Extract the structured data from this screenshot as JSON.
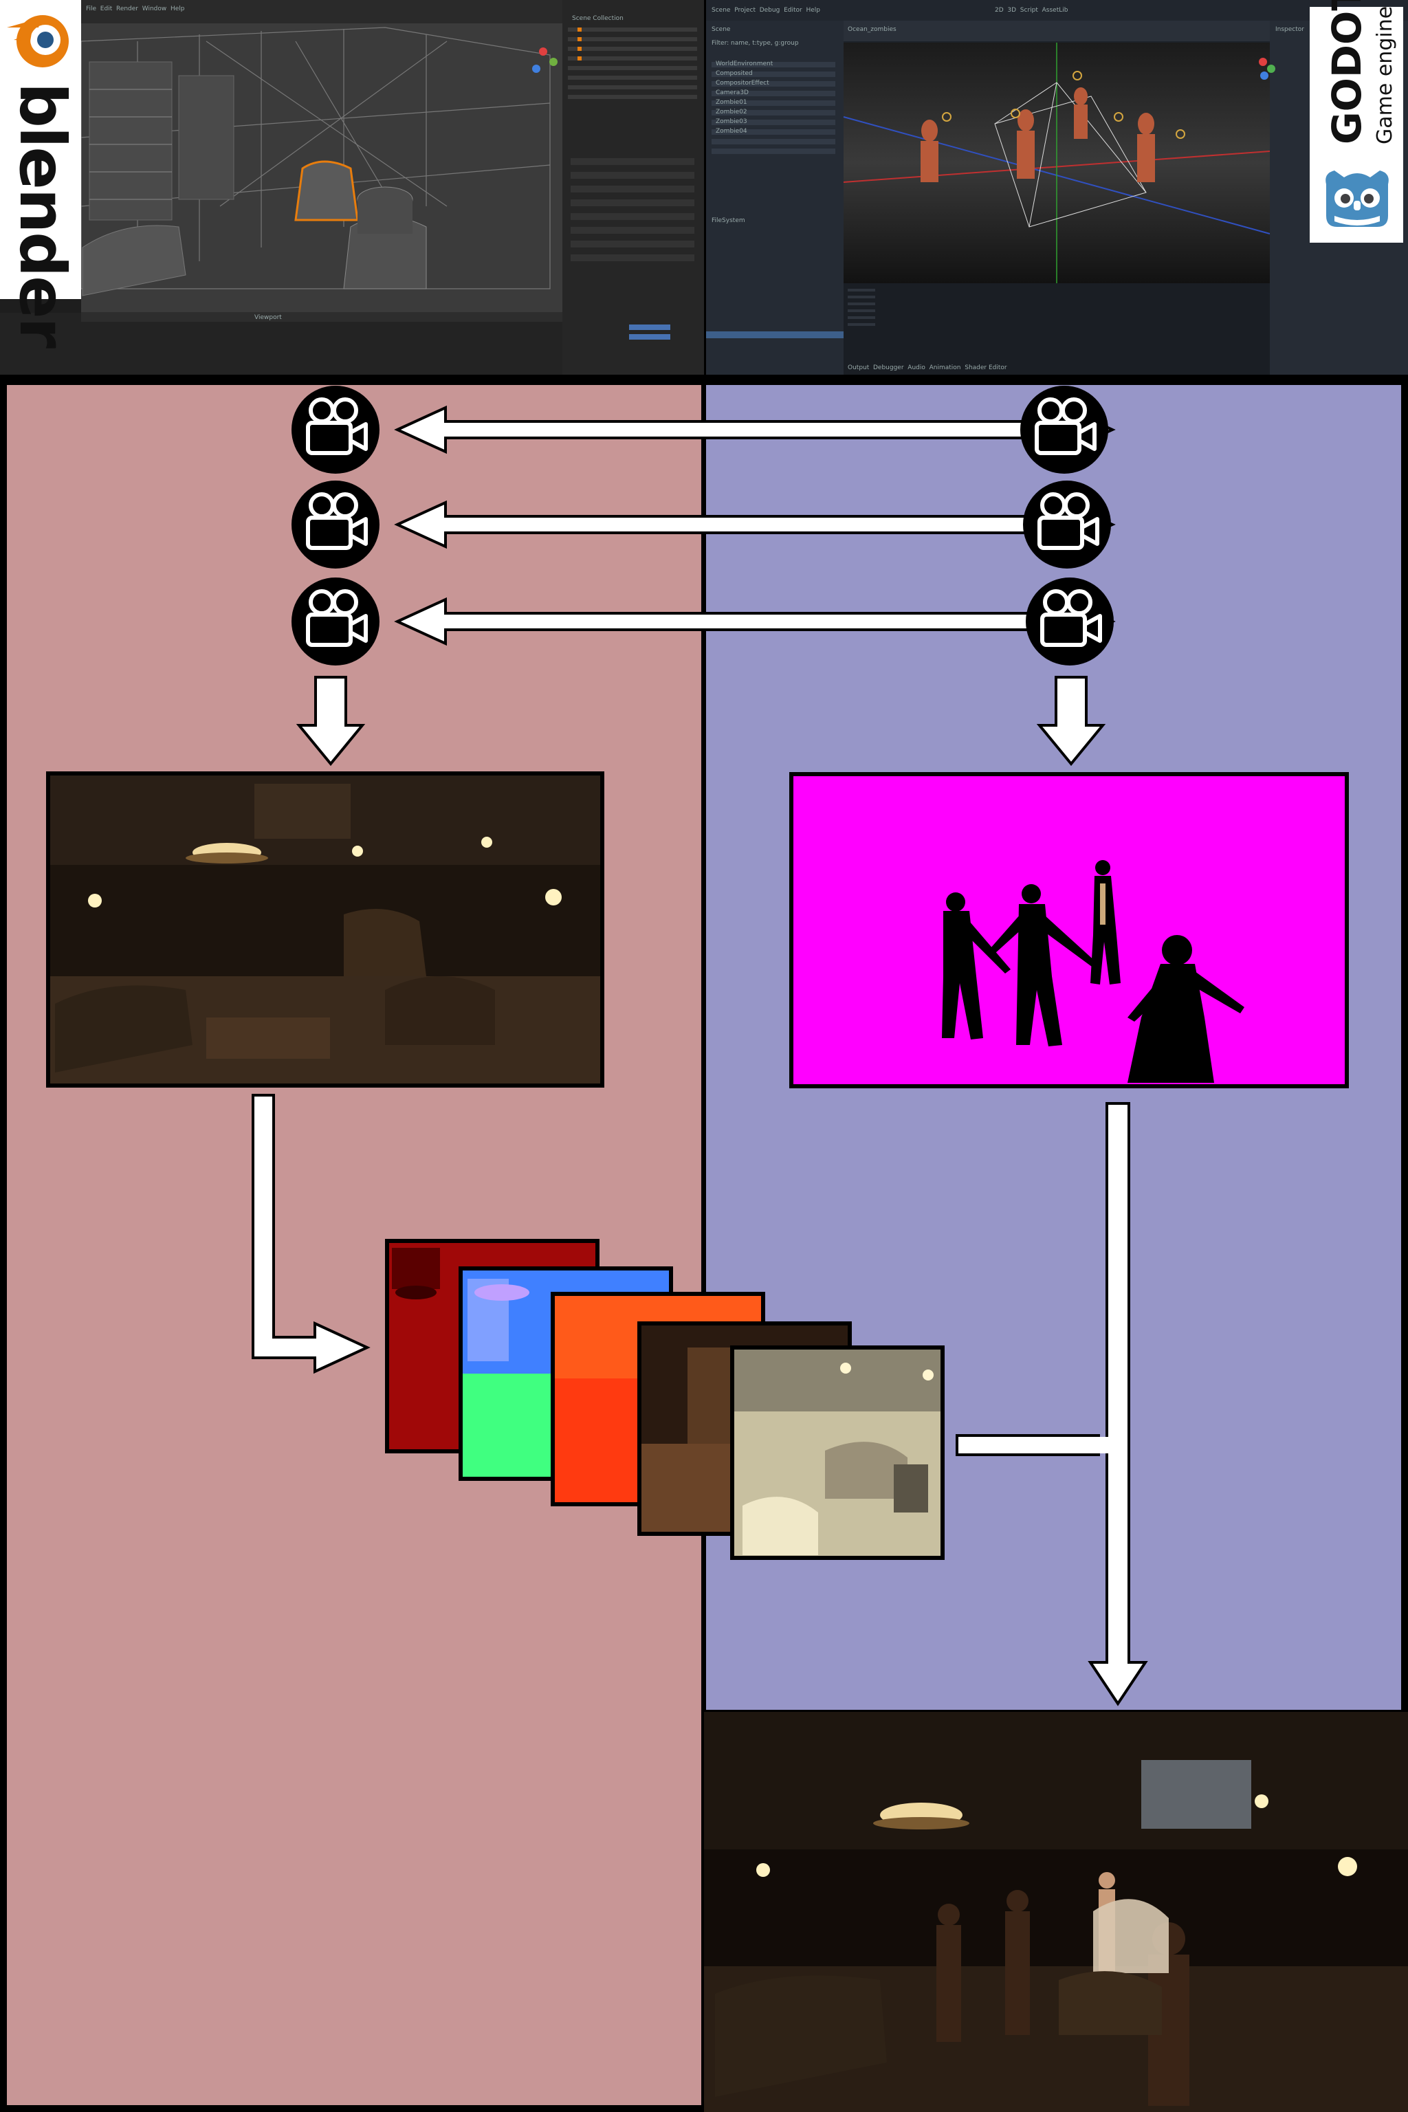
{
  "logos": {
    "blender": "blender",
    "godot": "GODOT",
    "godot_sub": "Game engine"
  },
  "blender_ui": {
    "menu": [
      "File",
      "Edit",
      "Render",
      "Window",
      "Help"
    ],
    "outliner_title": "Scene Collection",
    "footer_label": "Viewport"
  },
  "godot_ui": {
    "menu": [
      "Scene",
      "Project",
      "Debug",
      "Editor",
      "Help"
    ],
    "top_tabs": [
      "2D",
      "3D",
      "Script",
      "AssetLib"
    ],
    "scene_tab": "Scene",
    "scene_filter": "Filter: name, t:type, g:group",
    "tree_items": [
      "WorldEnvironment",
      "Composited",
      "CompositorEffect",
      "Camera3D",
      "Zombie01",
      "Zombie02",
      "Zombie03",
      "Zombie04"
    ],
    "filesystem_title": "FileSystem",
    "bottom_tabs": [
      "Output",
      "Debugger",
      "Audio",
      "Animation",
      "Shader Editor"
    ],
    "inspector": "Inspector",
    "doc_tab": "Ocean_zombies"
  },
  "colors": {
    "blender_panel": "#c89696",
    "godot_panel": "#9796c8",
    "magenta": "#ff00ff",
    "blender_orange": "#e87d0d",
    "godot_blue": "#478cbf"
  },
  "icons": {
    "camera": "movie-camera-icon",
    "arrow_double": "double-arrow-icon",
    "arrow_down": "down-arrow-icon"
  }
}
